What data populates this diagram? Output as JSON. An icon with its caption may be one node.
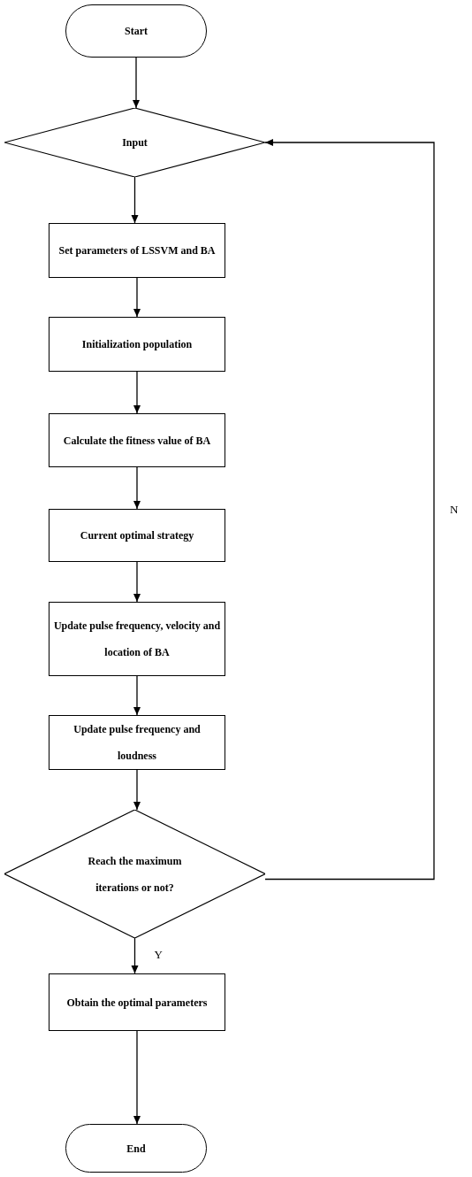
{
  "diagram": {
    "nodes": [
      {
        "text": [
          "Start"
        ]
      },
      {
        "text": [
          "Input"
        ]
      },
      {
        "text": [
          "Set parameters of LSSVM and BA"
        ]
      },
      {
        "text": [
          "Initialization population"
        ]
      },
      {
        "text": [
          "Calculate the fitness value of BA"
        ]
      },
      {
        "text": [
          "Current optimal strategy"
        ]
      },
      {
        "text": [
          "Update pulse frequency, velocity and location of BA"
        ]
      },
      {
        "text": [
          "Update pulse frequency and loudness"
        ]
      },
      {
        "text": [
          "Reach the maximum iterations or not?"
        ]
      },
      {
        "text": [
          "Obtain the optimal parameters"
        ]
      },
      {
        "text": [
          "End"
        ]
      }
    ],
    "edges": [
      {
        "from": 0,
        "to": 1,
        "arrow": "to"
      },
      {
        "from": 1,
        "to": 2,
        "arrow": "to"
      },
      {
        "from": 2,
        "to": 3,
        "arrow": "to"
      },
      {
        "from": 3,
        "to": 4,
        "arrow": "to"
      },
      {
        "from": 4,
        "to": 5,
        "arrow": "to"
      },
      {
        "from": 5,
        "to": 6,
        "arrow": "to"
      },
      {
        "from": 6,
        "to": 7,
        "arrow": "to"
      },
      {
        "from": 7,
        "to": 8,
        "arrow": "to"
      },
      {
        "from": 8,
        "to": 9,
        "arrow": "to",
        "label": "Y"
      },
      {
        "from": 9,
        "to": 10,
        "arrow": "to"
      },
      {
        "from": 8,
        "to": 1,
        "arrow": "to",
        "label": "N"
      }
    ]
  }
}
